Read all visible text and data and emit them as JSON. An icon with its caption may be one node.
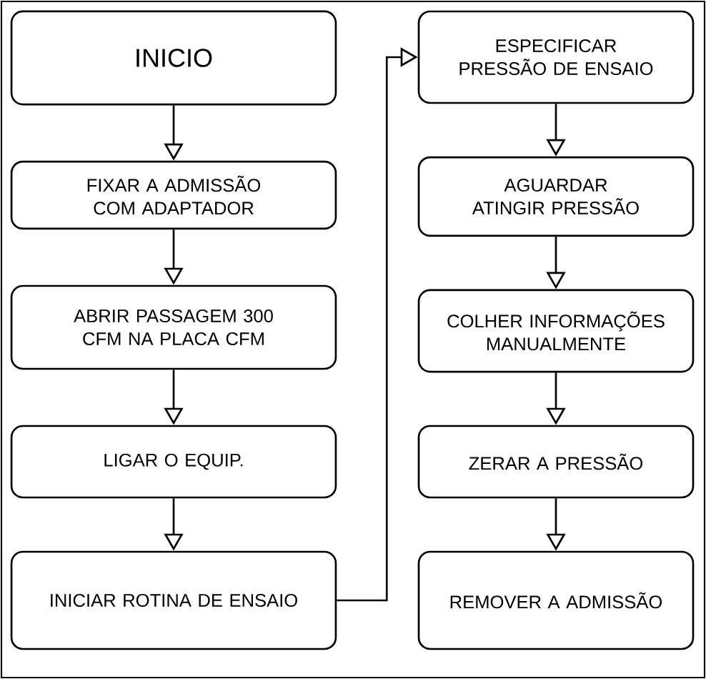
{
  "diagram": {
    "nodes": [
      {
        "text": [
          "INICIO"
        ]
      },
      {
        "text": [
          "FIXAR A ADMISSÃO COM ADAPTADOR"
        ]
      },
      {
        "text": [
          "ABRIR PASSAGEM 300 CFM NA PLACA CFM"
        ]
      },
      {
        "text": [
          "LIGAR O EQUIP."
        ]
      },
      {
        "text": [
          "INICIAR ROTINA DE ENSAIO"
        ]
      },
      {
        "text": [
          "ESPECIFICAR PRESSÃO DE ENSAIO"
        ]
      },
      {
        "text": [
          "AGUARDAR ATINGIR PRESSÃO"
        ]
      },
      {
        "text": [
          "COLHER INFORMAÇÕES MANUALMENTE"
        ]
      },
      {
        "text": [
          "ZERAR A PRESSÃO"
        ]
      },
      {
        "text": [
          "REMOVER A ADMISSÃO"
        ]
      }
    ],
    "edges": [
      {
        "from": 0,
        "to": 1,
        "arrow": "to"
      },
      {
        "from": 1,
        "to": 2,
        "arrow": "to"
      },
      {
        "from": 2,
        "to": 3,
        "arrow": "to"
      },
      {
        "from": 3,
        "to": 4,
        "arrow": "to"
      },
      {
        "from": 4,
        "to": 5,
        "arrow": "to"
      },
      {
        "from": 5,
        "to": 6,
        "arrow": "to"
      },
      {
        "from": 6,
        "to": 7,
        "arrow": "to"
      },
      {
        "from": 7,
        "to": 8,
        "arrow": "to"
      },
      {
        "from": 8,
        "to": 9,
        "arrow": "to"
      }
    ]
  }
}
